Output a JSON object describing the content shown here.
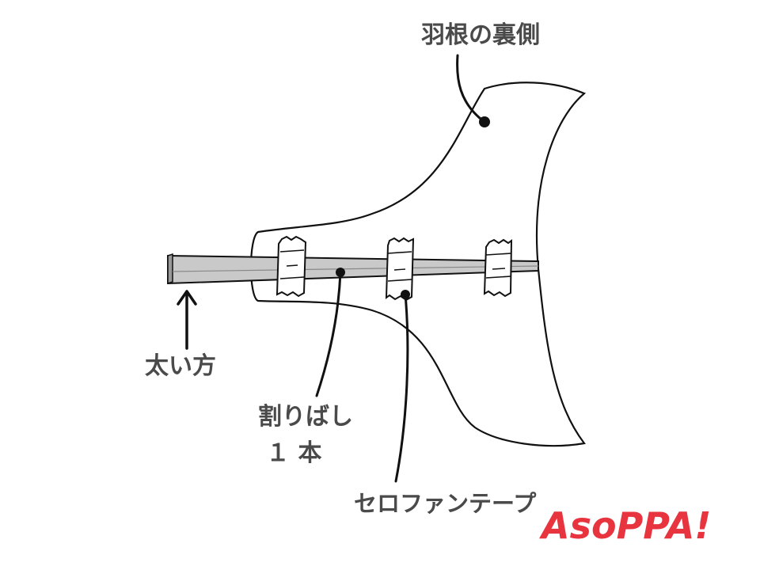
{
  "labels": {
    "feather_back": "羽根の裏側",
    "thick_end": "太い方",
    "chopstick_line1": "割りばし",
    "chopstick_line2": "１ 本",
    "tape": "セロファンテープ"
  },
  "logo": {
    "text": "AsoPPA!"
  },
  "colors": {
    "outline": "#111111",
    "label_text": "#4a4a4a",
    "chopstick_fill": "#c9c9c9",
    "tape_fill": "#ffffff",
    "logo_red": "#e8343f"
  }
}
